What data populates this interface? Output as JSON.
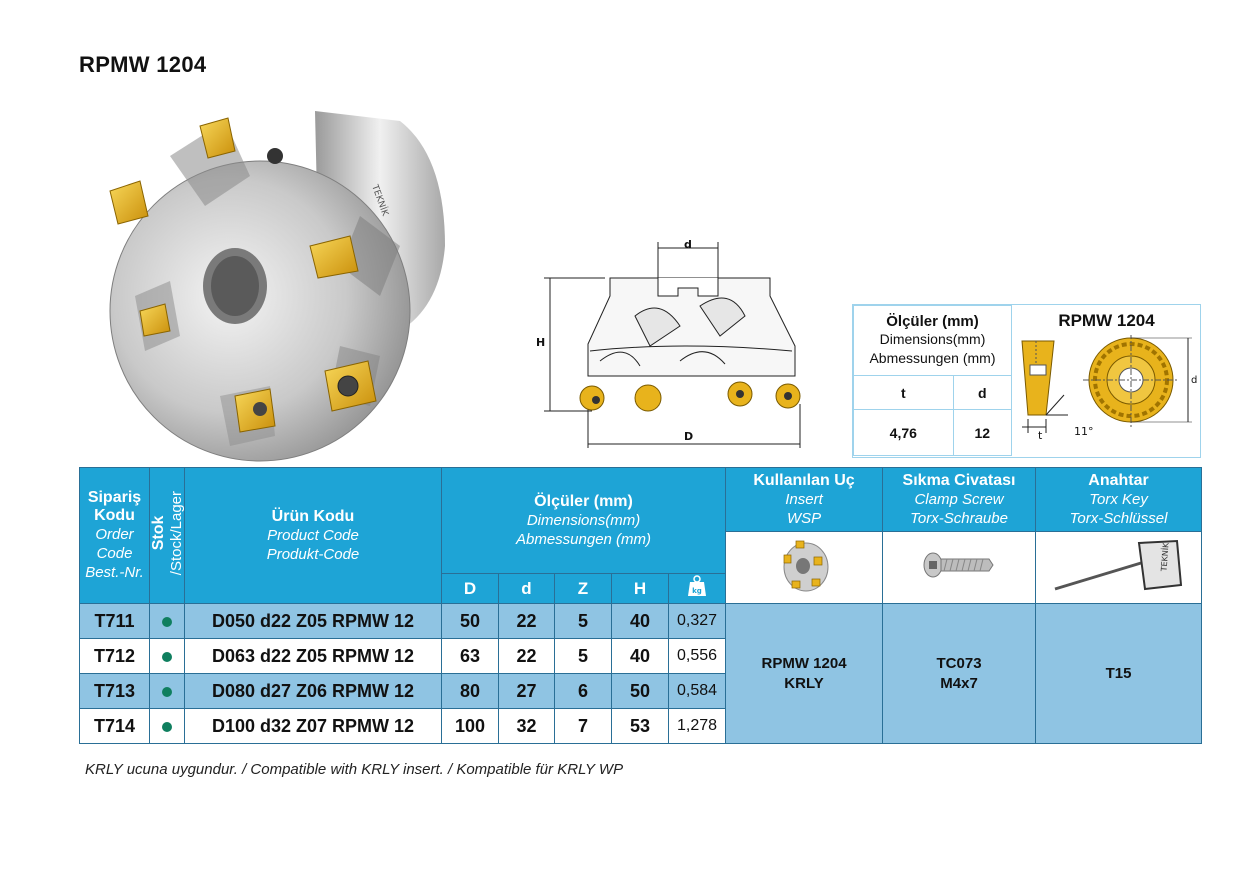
{
  "title": "RPMW 1204",
  "drawing_labels": {
    "d": "d",
    "H": "H",
    "D": "D"
  },
  "dims_box": {
    "header_tr": "Ölçüler (mm)",
    "header_en": "Dimensions(mm)",
    "header_de": "Abmessungen (mm)",
    "col_t": "t",
    "col_d": "d",
    "val_t": "4,76",
    "val_d": "12",
    "insert_title": "RPMW 1204",
    "label_t": "t",
    "label_angle": "11°",
    "label_d": "d"
  },
  "table": {
    "order_code": {
      "tr": "Sipariş Kodu",
      "en": "Order Code",
      "de": "Best.-Nr."
    },
    "stock": {
      "tr": "Stok",
      "rest": "/Stock/Lager"
    },
    "product_code": {
      "tr": "Ürün Kodu",
      "en": "Product Code",
      "de": "Produkt-Code"
    },
    "dimensions": {
      "tr": "Ölçüler (mm)",
      "en": "Dimensions(mm)",
      "de": "Abmessungen (mm)"
    },
    "dim_cols": [
      "D",
      "d",
      "Z",
      "H"
    ],
    "weight_icon_label": "kg",
    "insert": {
      "tr": "Kullanılan Uç",
      "en": "Insert",
      "de": "WSP"
    },
    "screw": {
      "tr": "Sıkma Civatası",
      "en": "Clamp Screw",
      "de": "Torx-Schraube"
    },
    "key": {
      "tr": "Anahtar",
      "en": "Torx Key",
      "de": "Torx-Schlüssel"
    },
    "key_brand": "TEKNİK",
    "rows": [
      {
        "code": "T711",
        "product": "D050 d22 Z05 RPMW 12",
        "D": "50",
        "d": "22",
        "Z": "5",
        "H": "40",
        "weight": "0,327"
      },
      {
        "code": "T712",
        "product": "D063 d22 Z05 RPMW 12",
        "D": "63",
        "d": "22",
        "Z": "5",
        "H": "40",
        "weight": "0,556"
      },
      {
        "code": "T713",
        "product": "D080 d27 Z06 RPMW 12",
        "D": "80",
        "d": "27",
        "Z": "6",
        "H": "50",
        "weight": "0,584"
      },
      {
        "code": "T714",
        "product": "D100 d32 Z07 RPMW 12",
        "D": "100",
        "d": "32",
        "Z": "7",
        "H": "53",
        "weight": "1,278"
      }
    ],
    "insert_value_1": "RPMW 1204",
    "insert_value_2": "KRLY",
    "screw_value_1": "TC073",
    "screw_value_2": "M4x7",
    "key_value": "T15"
  },
  "footnote": "KRLY ucuna uygundur. / Compatible with KRLY insert. / Kompatible für KRLY WP",
  "colors": {
    "header_blue": "#1ea4d6",
    "row_blue": "#8fc4e3",
    "stock_dot": "#0f7f5f",
    "insert_gold": "#e8b31c"
  }
}
